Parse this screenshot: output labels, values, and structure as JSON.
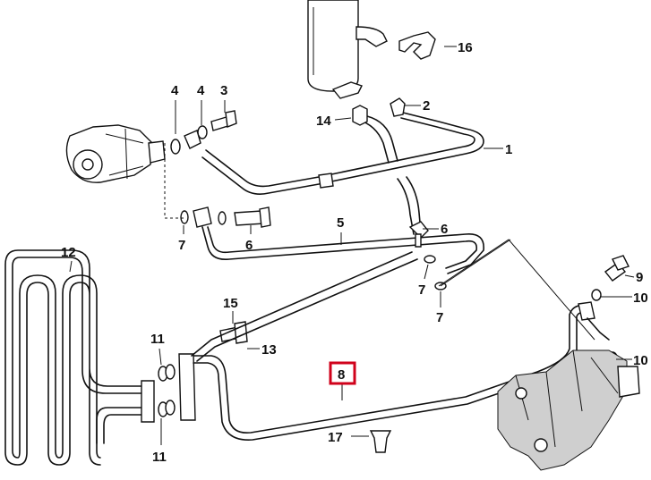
{
  "highlight": {
    "color": "#d0021b"
  },
  "callouts": [
    {
      "id": "c16",
      "label": "16"
    },
    {
      "id": "c4a",
      "label": "4"
    },
    {
      "id": "c4b",
      "label": "4"
    },
    {
      "id": "c3",
      "label": "3"
    },
    {
      "id": "c2",
      "label": "2"
    },
    {
      "id": "c14",
      "label": "14"
    },
    {
      "id": "c1",
      "label": "1"
    },
    {
      "id": "c5",
      "label": "5"
    },
    {
      "id": "c6a",
      "label": "6"
    },
    {
      "id": "c6b",
      "label": "6"
    },
    {
      "id": "c7a",
      "label": "7"
    },
    {
      "id": "c7b",
      "label": "7"
    },
    {
      "id": "c7c",
      "label": "7"
    },
    {
      "id": "c12",
      "label": "12"
    },
    {
      "id": "c9",
      "label": "9"
    },
    {
      "id": "c10a",
      "label": "10"
    },
    {
      "id": "c15",
      "label": "15"
    },
    {
      "id": "c11a",
      "label": "11"
    },
    {
      "id": "c13",
      "label": "13"
    },
    {
      "id": "c8",
      "label": "8"
    },
    {
      "id": "c10b",
      "label": "10"
    },
    {
      "id": "c17",
      "label": "17"
    },
    {
      "id": "c11b",
      "label": "11"
    }
  ]
}
